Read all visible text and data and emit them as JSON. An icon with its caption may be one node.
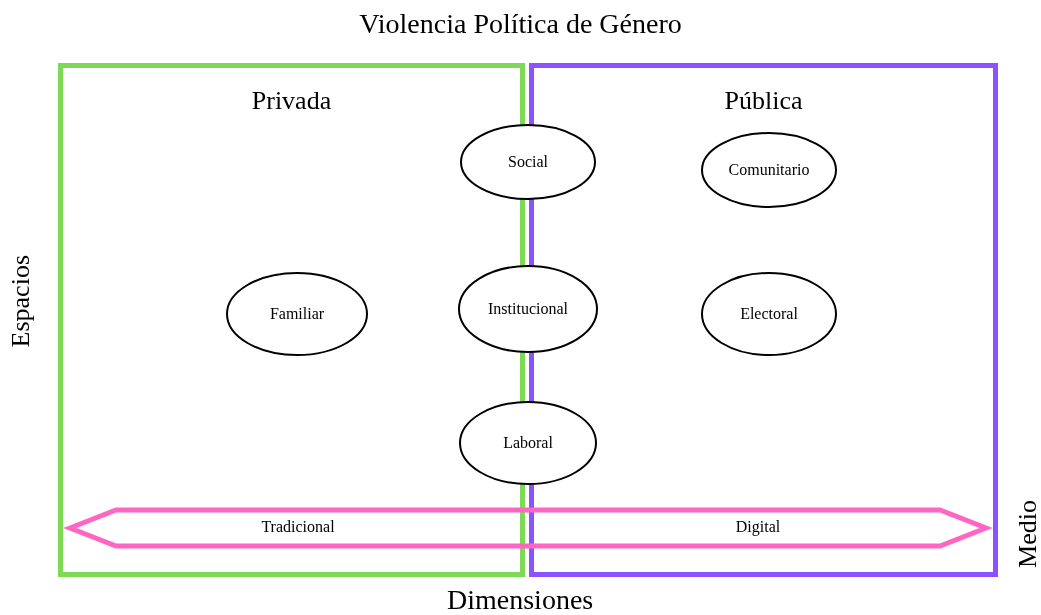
{
  "diagram": {
    "title": "Violencia Política de Género",
    "nodes": [
      {
        "text": [
          "Privada"
        ]
      },
      {
        "text": [
          "Pública"
        ]
      },
      {
        "text": [
          "Social"
        ]
      },
      {
        "text": [
          "Comunitario"
        ],
        "in": 1
      },
      {
        "text": [
          "Familiar"
        ],
        "in": 0
      },
      {
        "text": [
          "Institucional"
        ]
      },
      {
        "text": [
          "Electoral"
        ],
        "in": 1
      },
      {
        "text": [
          "Laboral"
        ]
      },
      {
        "text": [
          "Tradicional",
          "Digital"
        ]
      }
    ],
    "edges": [],
    "labels": [
      "Espacios",
      "Medio",
      "Dimensiones"
    ]
  }
}
